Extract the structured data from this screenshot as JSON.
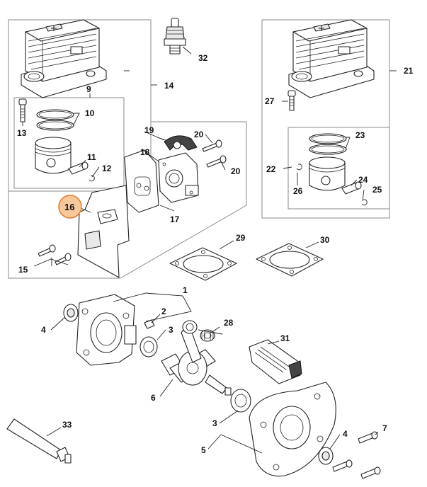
{
  "diagram": {
    "highlight_color": "#f6c89b",
    "highlight_stroke": "#e07b2a",
    "frame_color": "#8a8a8a",
    "labels": {
      "p1": "1",
      "p2": "2",
      "p3a": "3",
      "p3b": "3",
      "p4a": "4",
      "p4b": "4",
      "p5": "5",
      "p6": "6",
      "p7": "7",
      "p9": "9",
      "p10": "10",
      "p11": "11",
      "p12": "12",
      "p13": "13",
      "p14": "14",
      "p15": "15",
      "p16": "16",
      "p17": "17",
      "p18": "18",
      "p19": "19",
      "p20a": "20",
      "p20b": "20",
      "p21": "21",
      "p22": "22",
      "p23": "23",
      "p24": "24",
      "p25": "25",
      "p26": "26",
      "p27": "27",
      "p28": "28",
      "p29": "29",
      "p30": "30",
      "p31": "31",
      "p32": "32",
      "p33": "33"
    }
  }
}
